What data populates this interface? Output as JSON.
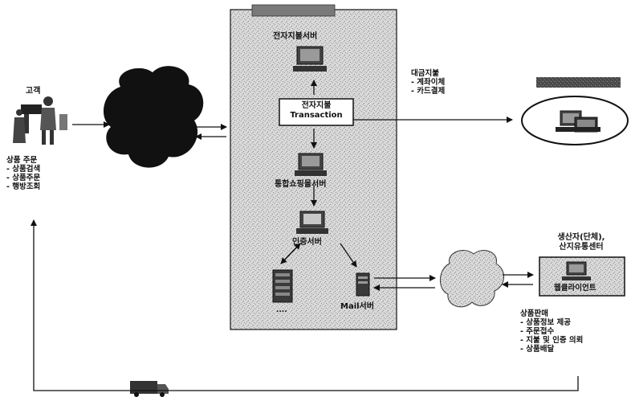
{
  "customer": {
    "label": "고객",
    "order_title": "상품 주문",
    "order_items": [
      "- 상품검색",
      "- 상품주문",
      "- 행방조회"
    ]
  },
  "mall": {
    "electronic_payment_server": "전자지불서버",
    "payment_box_line1": "전자지불",
    "payment_box_line2": "Transaction",
    "integrated_shopping_server": "통합쇼핑몰서버",
    "auth_server": "인증서버",
    "mail_server": "Mail서버",
    "db_server_caption": "...."
  },
  "payment": {
    "title": "대금지불",
    "items": [
      "- 계좌이체",
      "- 카드결제"
    ]
  },
  "producer": {
    "title_line1": "생산자(단체),",
    "title_line2": "산지유통센터",
    "client_label": "웹클라이언트",
    "sales_title": "상품판매",
    "sales_items": [
      "- 상품정보 제공",
      "- 주문접수",
      "- 지불 및 인증 의뢰",
      "- 상품배달"
    ]
  }
}
